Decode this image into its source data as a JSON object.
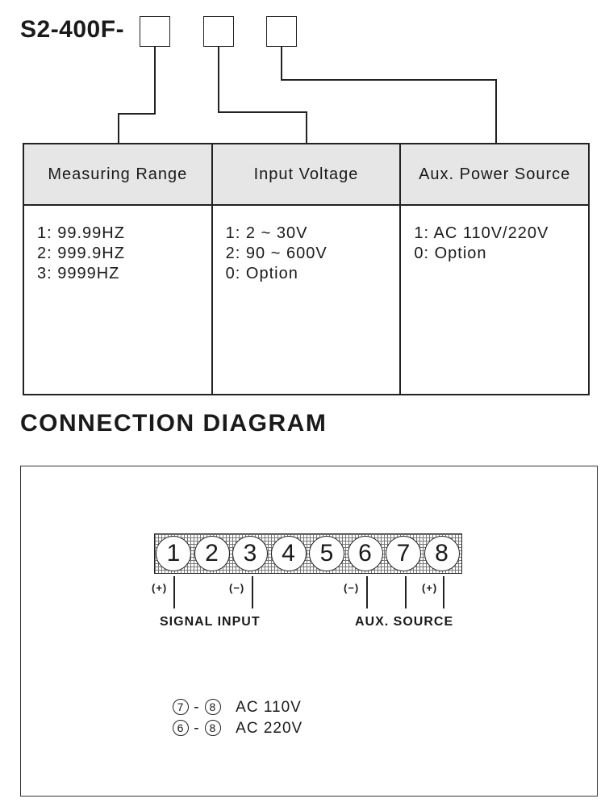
{
  "model": {
    "prefix": "S2-400F-"
  },
  "table": {
    "columns": [
      {
        "header": "Measuring Range",
        "options": [
          "1: 99.99HZ",
          "2: 999.9HZ",
          "3: 9999HZ"
        ]
      },
      {
        "header": "Input Voltage",
        "options": [
          "1:  2 ~ 30V",
          "2:  90 ~ 600V",
          "0:  Option"
        ]
      },
      {
        "header": "Aux. Power Source",
        "options": [
          "1:  AC  110V/220V",
          "0:  Option"
        ]
      }
    ]
  },
  "connection": {
    "title": "CONNECTION DIAGRAM",
    "terminals": [
      "1",
      "2",
      "3",
      "4",
      "5",
      "6",
      "7",
      "8"
    ],
    "polarity": {
      "t1": "(+)",
      "t3": "(−)",
      "t6": "(−)",
      "t8": "(+)"
    },
    "groups": {
      "signal": "SIGNAL  INPUT",
      "aux": "AUX. SOURCE"
    },
    "notes": [
      {
        "a": "7",
        "b": "8",
        "label": "AC  110V"
      },
      {
        "a": "6",
        "b": "8",
        "label": "AC  220V"
      }
    ]
  }
}
